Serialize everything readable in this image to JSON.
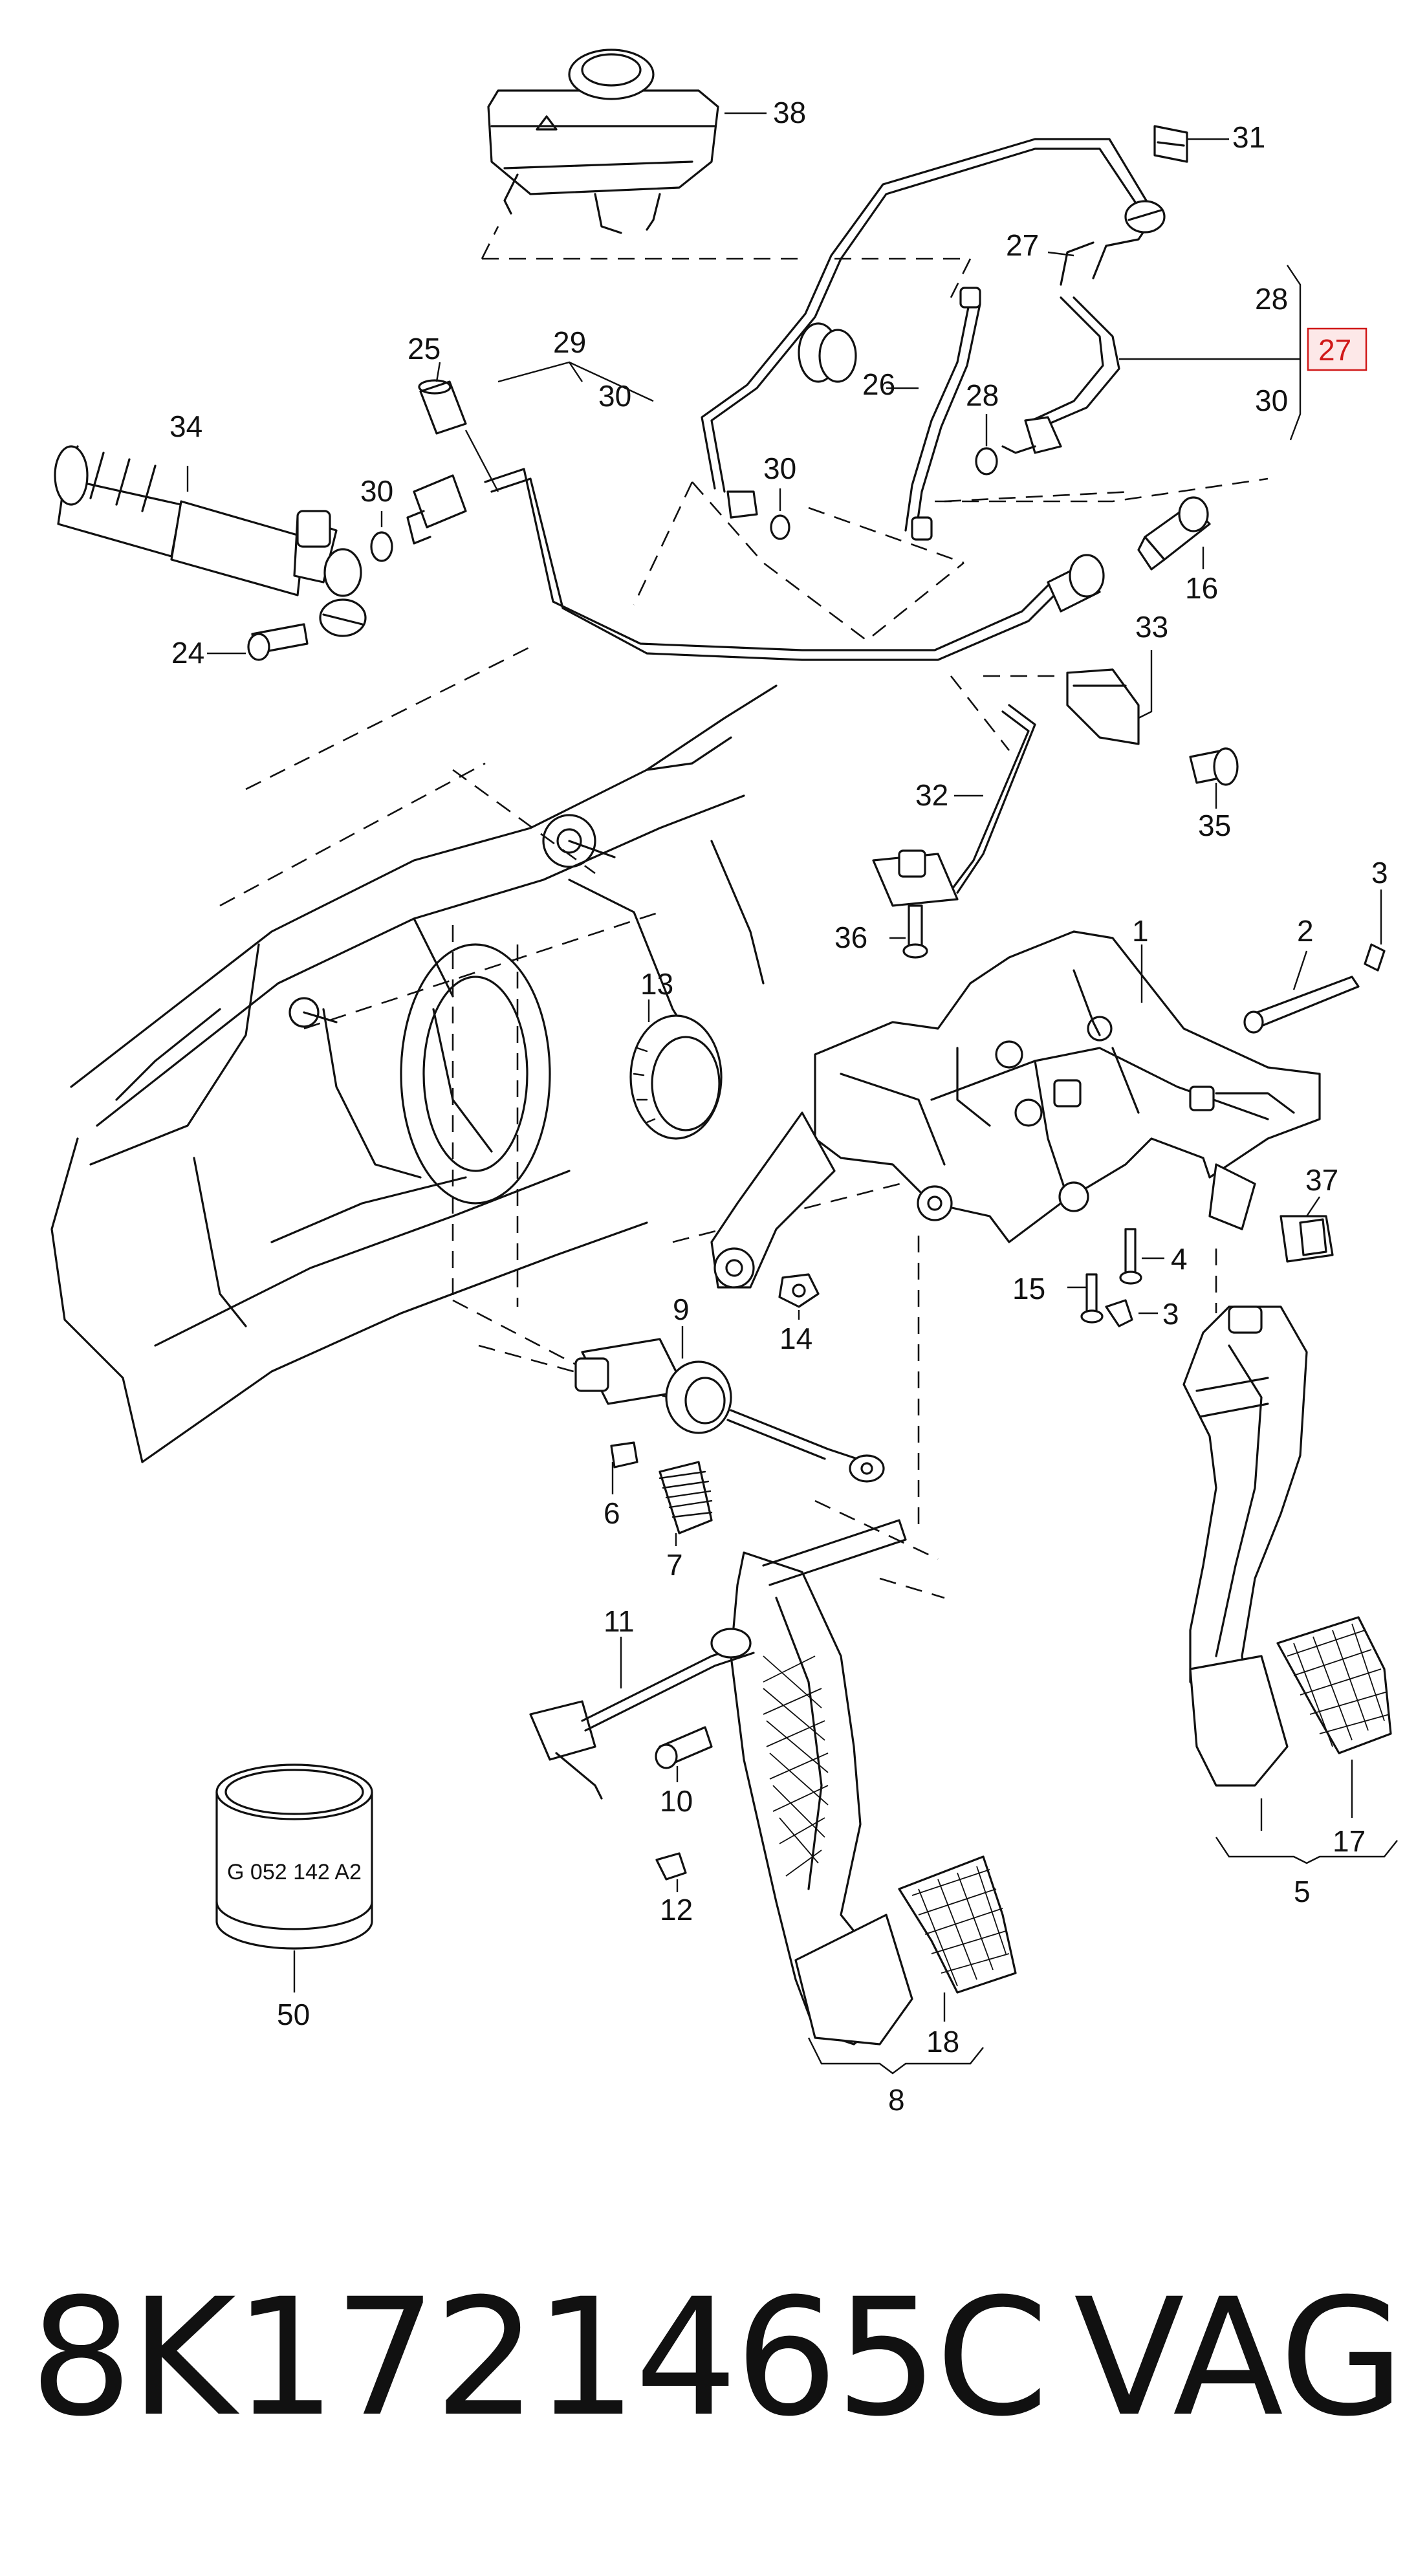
{
  "callouts": {
    "c1": "1",
    "c2": "2",
    "c3a": "3",
    "c3b": "3",
    "c4": "4",
    "c5": "5",
    "c6": "6",
    "c7": "7",
    "c8": "8",
    "c9": "9",
    "c10": "10",
    "c11": "11",
    "c12": "12",
    "c13": "13",
    "c14": "14",
    "c15": "15",
    "c16": "16",
    "c17": "17",
    "c18": "18",
    "c24": "24",
    "c25": "25",
    "c26": "26",
    "c27a": "27",
    "c27b": "27",
    "c28a": "28",
    "c28b": "28",
    "c29": "29",
    "c30a": "30",
    "c30b": "30",
    "c30c": "30",
    "c30d": "30",
    "c31": "31",
    "c32": "32",
    "c33": "33",
    "c34": "34",
    "c35": "35",
    "c36": "36",
    "c37": "37",
    "c38": "38",
    "c50": "50"
  },
  "ring_marking": "G 052 142 A2",
  "footer": {
    "part_number": "8K1721465C",
    "brand": "VAG"
  },
  "colors": {
    "ink": "#111111",
    "highlight": "#d01818",
    "highlight_fill": "#fde8e8"
  }
}
